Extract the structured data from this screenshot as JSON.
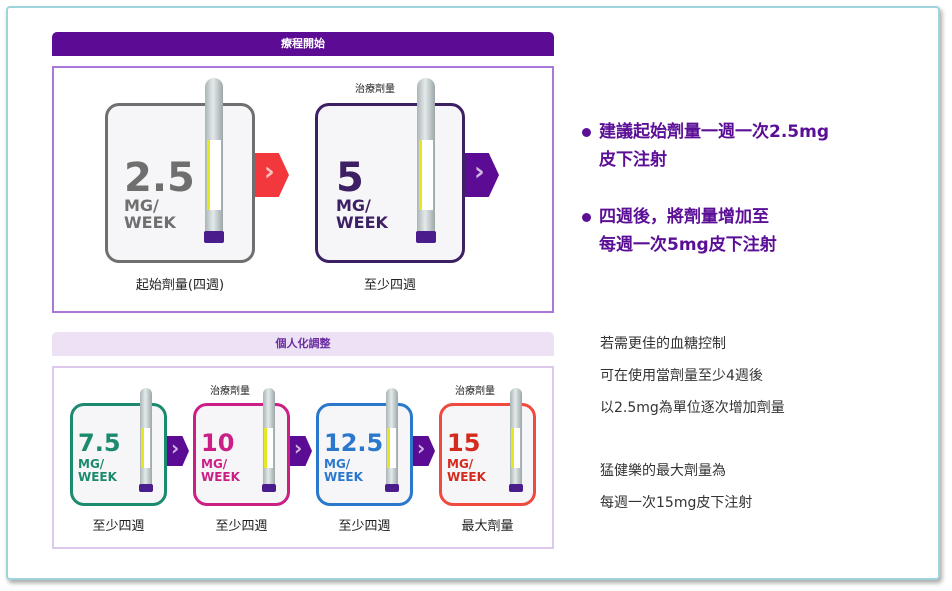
{
  "start": {
    "header": "療程開始",
    "cards": [
      {
        "dose": "2.5",
        "unit1": "MG/",
        "unit2": "WEEK",
        "label": "起始劑量(四週)",
        "above": "",
        "color": "#6f6f6f",
        "arrow": "#f2383c"
      },
      {
        "dose": "5",
        "unit1": "MG/",
        "unit2": "WEEK",
        "label": "至少四週",
        "above": "治療劑量",
        "color": "#3d1f63",
        "arrow": "#5c0b94"
      }
    ]
  },
  "personal": {
    "header": "個人化調整",
    "cards": [
      {
        "dose": "7.5",
        "unit1": "MG/",
        "unit2": "WEEK",
        "label": "至少四週",
        "above": "",
        "color": "#1c8a6e"
      },
      {
        "dose": "10",
        "unit1": "MG/",
        "unit2": "WEEK",
        "label": "至少四週",
        "above": "治療劑量",
        "color": "#cc1f86"
      },
      {
        "dose": "12.5",
        "unit1": "MG/",
        "unit2": "WEEK",
        "label": "至少四週",
        "above": "",
        "color": "#2a78cc"
      },
      {
        "dose": "15",
        "unit1": "MG/",
        "unit2": "WEEK",
        "label": "最大劑量",
        "above": "治療劑量",
        "color": "#d52a1e"
      }
    ],
    "arrow": "#5c0b94"
  },
  "bullets": [
    {
      "lines": [
        "建議起始劑量一週一次2.5mg",
        "皮下注射"
      ]
    },
    {
      "lines": [
        "四週後，將劑量增加至",
        "每週一次5mg皮下注射"
      ]
    }
  ],
  "notes": [
    {
      "lines": [
        "若需更佳的血糖控制",
        "可在使用當劑量至少4週後",
        "以2.5mg為單位逐次增加劑量"
      ]
    },
    {
      "lines": [
        "猛健樂的最大劑量為",
        "每週一次15mg皮下注射"
      ]
    }
  ]
}
